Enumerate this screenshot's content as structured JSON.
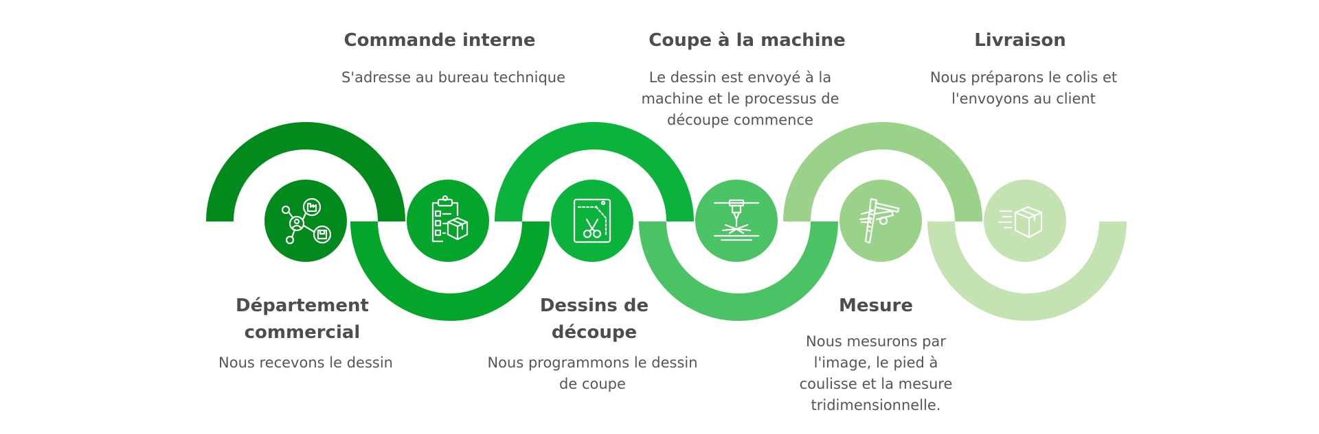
{
  "colors": {
    "step1": "#038a1c",
    "step2": "#04a52a",
    "step3": "#0bb33c",
    "step4": "#4bc364",
    "step5": "#9bd28a",
    "step6": "#c5e2b2",
    "text": "#4d4d4d"
  },
  "steps": [
    {
      "title": "Département commercial",
      "description": "Nous recevons le dessin",
      "icon": "network-people-icon"
    },
    {
      "title": "Commande interne",
      "description": "S'adresse au bureau technique",
      "icon": "clipboard-box-icon"
    },
    {
      "title": "Dessins de découpe",
      "description": "Nous programmons le dessin de coupe",
      "icon": "cutting-pattern-icon"
    },
    {
      "title": "Coupe à la machine",
      "description": "Le dessin est envoyé à la machine et le processus de découpe commence",
      "icon": "laser-cutter-icon"
    },
    {
      "title": "Mesure",
      "description": "Nous mesurons par l'image, le pied à coulisse et la mesure tridimensionnelle.",
      "icon": "caliper-icon"
    },
    {
      "title": "Livraison",
      "description": "Nous préparons le colis et l'envoyons au client",
      "icon": "delivery-box-icon"
    }
  ]
}
